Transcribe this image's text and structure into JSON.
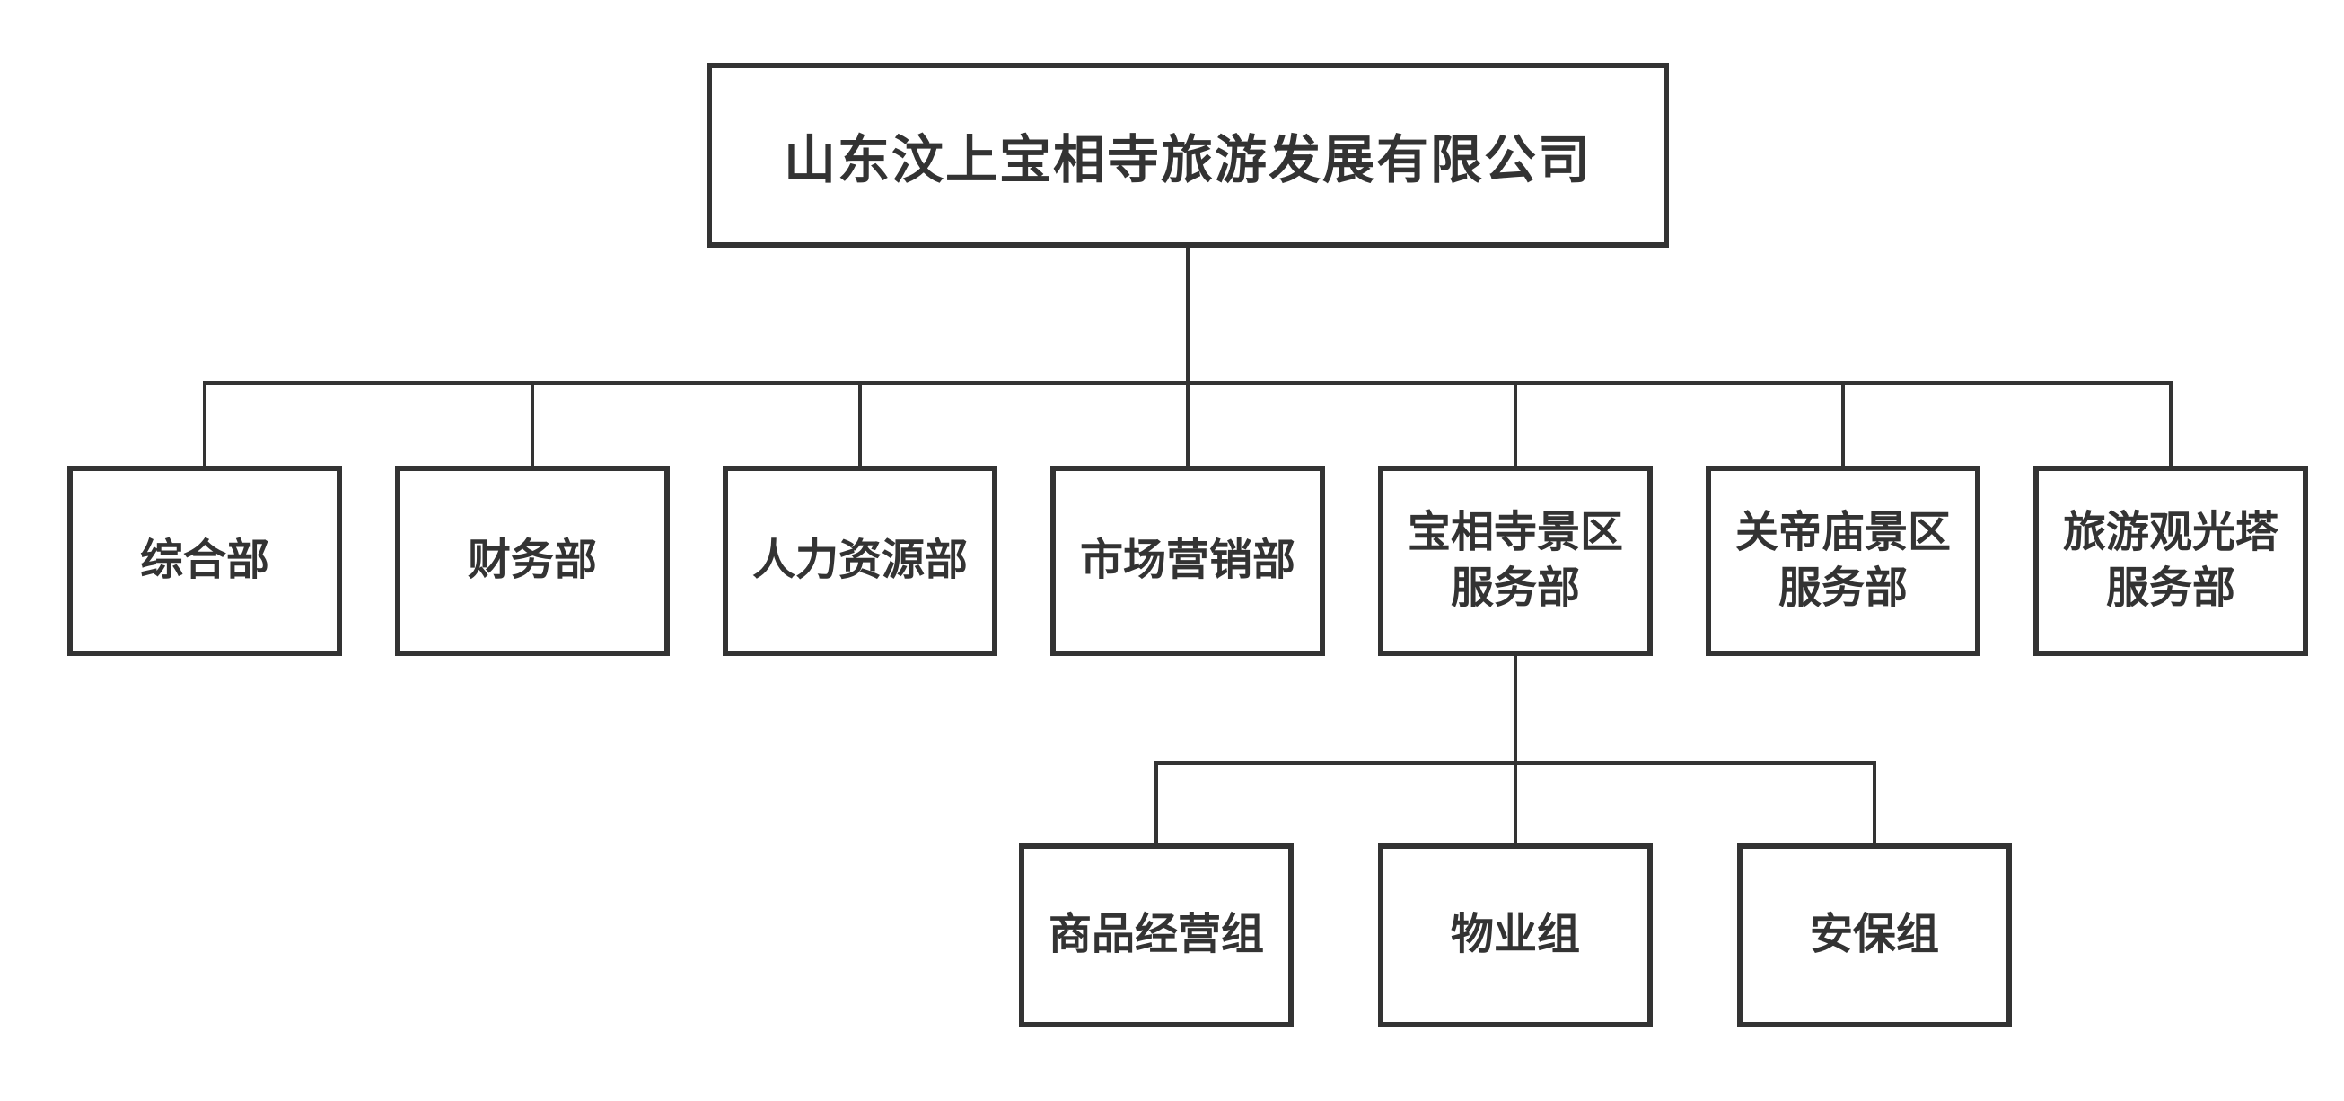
{
  "colors": {
    "background": "#ffffff",
    "line": "#333333",
    "text": "#333333"
  },
  "diagram": {
    "type": "org-chart",
    "root": {
      "label": "山东汶上宝相寺旅游发展有限公司",
      "children": [
        {
          "label": "综合部"
        },
        {
          "label": "财务部"
        },
        {
          "label": "人力资源部"
        },
        {
          "label": "市场营销部"
        },
        {
          "label": "宝相寺景区\n服务部",
          "children": [
            {
              "label": "商品经营组"
            },
            {
              "label": "物业组"
            },
            {
              "label": "安保组"
            }
          ]
        },
        {
          "label": "关帝庙景区\n服务部"
        },
        {
          "label": "旅游观光塔\n服务部"
        }
      ]
    }
  }
}
